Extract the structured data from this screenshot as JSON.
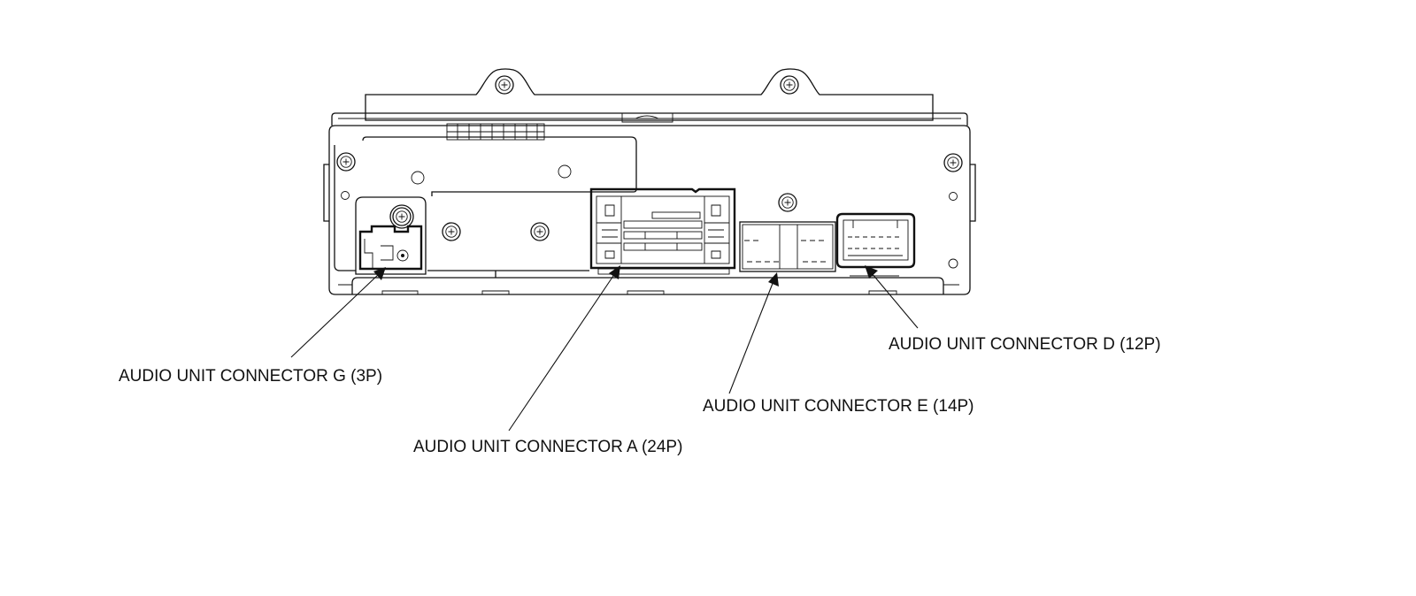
{
  "callouts": {
    "connector_g": "AUDIO UNIT CONNECTOR G (3P)",
    "connector_a": "AUDIO UNIT CONNECTOR A (24P)",
    "connector_e": "AUDIO UNIT CONNECTOR E (14P)",
    "connector_d": "AUDIO UNIT CONNECTOR D (12P)"
  }
}
